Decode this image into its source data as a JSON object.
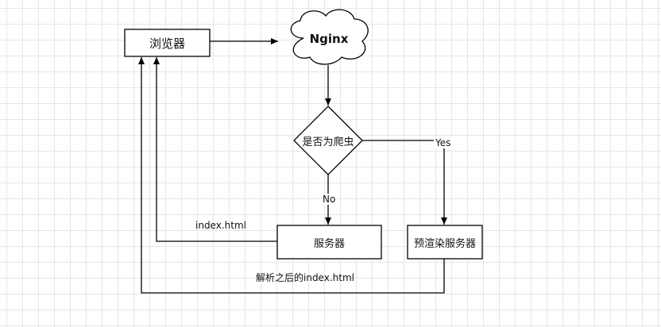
{
  "nodes": {
    "browser": "浏览器",
    "nginx": "Nginx",
    "decision": "是否为爬虫",
    "server": "服务器",
    "prerender": "预渲染服务器"
  },
  "edges": {
    "yes": "Yes",
    "no": "No",
    "server_to_browser": "index.html",
    "prerender_to_browser": "解析之后的index.html"
  },
  "colors": {
    "stroke": "#000000",
    "fill": "#ffffff",
    "grid": "#e6e6e6"
  }
}
